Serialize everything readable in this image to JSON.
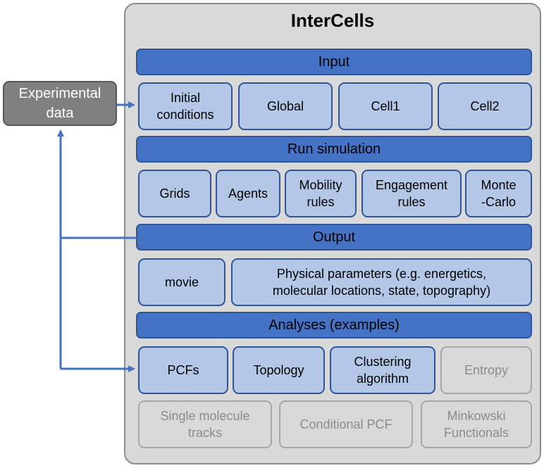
{
  "title": "InterCells",
  "experimental_data": "Experimental\ndata",
  "sections": {
    "input": {
      "header": "Input",
      "items": [
        "Initial\nconditions",
        "Global",
        "Cell1",
        "Cell2"
      ]
    },
    "run": {
      "header": "Run simulation",
      "items": [
        "Grids",
        "Agents",
        "Mobility\nrules",
        "Engagement\nrules",
        "Monte\n-Carlo"
      ]
    },
    "output": {
      "header": "Output",
      "items": [
        "movie",
        "Physical parameters (e.g. energetics,\nmolecular locations, state, topography)"
      ]
    },
    "analyses": {
      "header": "Analyses (examples)",
      "items": [
        "PCFs",
        "Topology",
        "Clustering\nalgorithm",
        "Entropy"
      ],
      "future_items": [
        "Single molecule\ntracks",
        "Conditional PCF",
        "Minkowski\nFunctionals"
      ]
    }
  },
  "colors": {
    "header_fill": "#4472c4",
    "box_fill": "#b4c7e7",
    "box_border": "#2f5597",
    "inactive_fill": "#d9d9d9",
    "inactive_text": "#8c8c8c",
    "experimental_fill": "#808080",
    "arrow": "#4472c4"
  }
}
